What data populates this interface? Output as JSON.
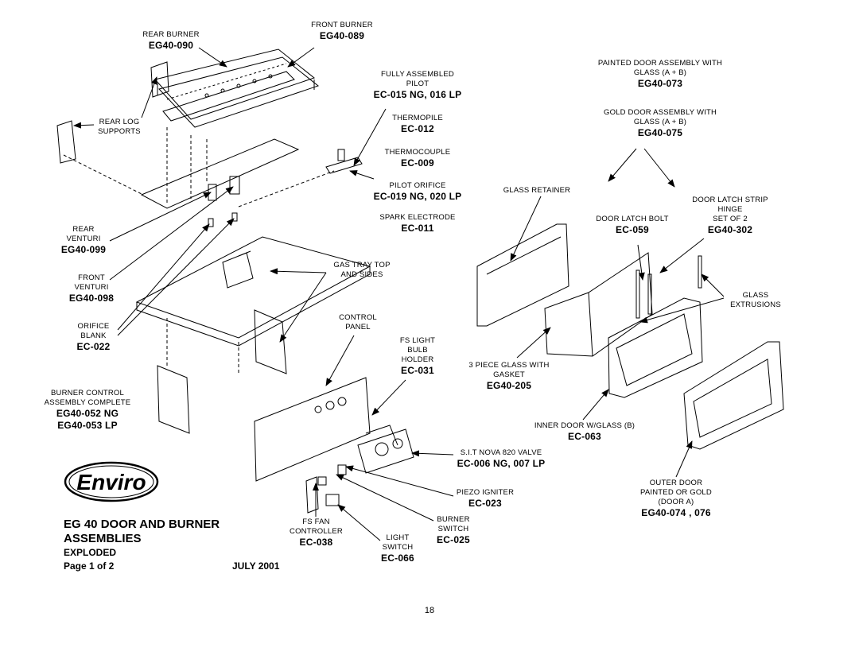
{
  "title": {
    "line1": "EG 40 DOOR AND BURNER",
    "line2": "ASSEMBLIES",
    "line3": "EXPLODED",
    "page": "Page 1 of 2",
    "date": "JULY 2001"
  },
  "logo_text": "Enviro",
  "page_number": "18",
  "labels": {
    "rear_burner": {
      "text": [
        "REAR BURNER"
      ],
      "part": "EG40-090"
    },
    "front_burner": {
      "text": [
        "FRONT BURNER"
      ],
      "part": "EG40-089"
    },
    "rear_log_supports": {
      "text": [
        "REAR LOG",
        "SUPPORTS"
      ],
      "part": ""
    },
    "assembled_pilot": {
      "text": [
        "FULLY ASSEMBLED",
        "PILOT"
      ],
      "part": "EC-015 NG, 016 LP"
    },
    "thermopile": {
      "text": [
        "THERMOPILE"
      ],
      "part": "EC-012"
    },
    "thermocouple": {
      "text": [
        "THERMOCOUPLE"
      ],
      "part": "EC-009"
    },
    "pilot_orifice": {
      "text": [
        "PILOT ORIFICE"
      ],
      "part": "EC-019 NG, 020 LP"
    },
    "spark_electrode": {
      "text": [
        "SPARK ELECTRODE"
      ],
      "part": "EC-011"
    },
    "rear_venturi": {
      "text": [
        "REAR",
        "VENTURI"
      ],
      "part": "EG40-099"
    },
    "front_venturi": {
      "text": [
        "FRONT",
        "VENTURI"
      ],
      "part": "EG40-098"
    },
    "orifice_blank": {
      "text": [
        "ORIFICE",
        "BLANK"
      ],
      "part": "EC-022"
    },
    "burner_control": {
      "text": [
        "BURNER CONTROL",
        "ASSEMBLY COMPLETE"
      ],
      "part": "EG40-052 NG",
      "part2": "EG40-053 LP"
    },
    "gas_tray": {
      "text": [
        "GAS TRAY TOP",
        "AND SIDES"
      ],
      "part": ""
    },
    "control_panel": {
      "text": [
        "CONTROL",
        "PANEL"
      ],
      "part": ""
    },
    "fs_light_bulb": {
      "text": [
        "FS LIGHT",
        "BULB",
        "HOLDER"
      ],
      "part": "EC-031"
    },
    "nova_valve": {
      "text": [
        "S.I.T NOVA 820 VALVE"
      ],
      "part": "EC-006 NG, 007 LP"
    },
    "piezo": {
      "text": [
        "PIEZO IGNITER"
      ],
      "part": "EC-023"
    },
    "burner_switch": {
      "text": [
        "BURNER",
        "SWITCH"
      ],
      "part": "EC-025"
    },
    "light_switch": {
      "text": [
        "LIGHT",
        "SWITCH"
      ],
      "part": "EC-066"
    },
    "fs_fan": {
      "text": [
        "FS FAN",
        "CONTROLLER"
      ],
      "part": "EC-038"
    },
    "painted_door": {
      "text": [
        "PAINTED DOOR ASSEMBLY WITH",
        "GLASS (A + B)"
      ],
      "part": "EG40-073"
    },
    "gold_door": {
      "text": [
        "GOLD DOOR ASSEMBLY WITH",
        "GLASS (A + B)"
      ],
      "part": "EG40-075"
    },
    "glass_retainer": {
      "text": [
        "GLASS RETAINER"
      ],
      "part": ""
    },
    "door_latch_bolt": {
      "text": [
        "DOOR LATCH BOLT"
      ],
      "part": "EC-059"
    },
    "door_latch_strip": {
      "text": [
        "DOOR LATCH STRIP",
        "HINGE",
        "SET OF 2"
      ],
      "part": "EG40-302"
    },
    "glass_extrusions": {
      "text": [
        "GLASS",
        "EXTRUSIONS"
      ],
      "part": ""
    },
    "glass_gasket": {
      "text": [
        "3 PIECE GLASS WITH",
        "GASKET"
      ],
      "part": "EG40-205"
    },
    "inner_door": {
      "text": [
        "INNER DOOR W/GLASS (B)"
      ],
      "part": "EC-063"
    },
    "outer_door": {
      "text": [
        "OUTER DOOR",
        "PAINTED OR GOLD",
        "(DOOR A)"
      ],
      "part": "EG40-074 , 076"
    }
  }
}
